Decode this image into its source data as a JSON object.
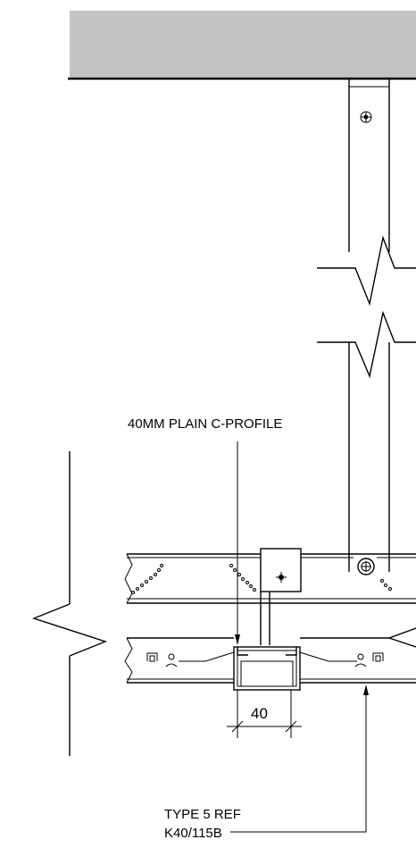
{
  "colors": {
    "slab_fill": "#c3c3c3",
    "line": "#000000",
    "background": "#ffffff"
  },
  "labels": {
    "profile_callout": "40MM PLAIN C-PROFILE",
    "dimension_value": "40",
    "type_ref_line1": "TYPE 5 REF",
    "type_ref_line2": "K40/115B"
  }
}
